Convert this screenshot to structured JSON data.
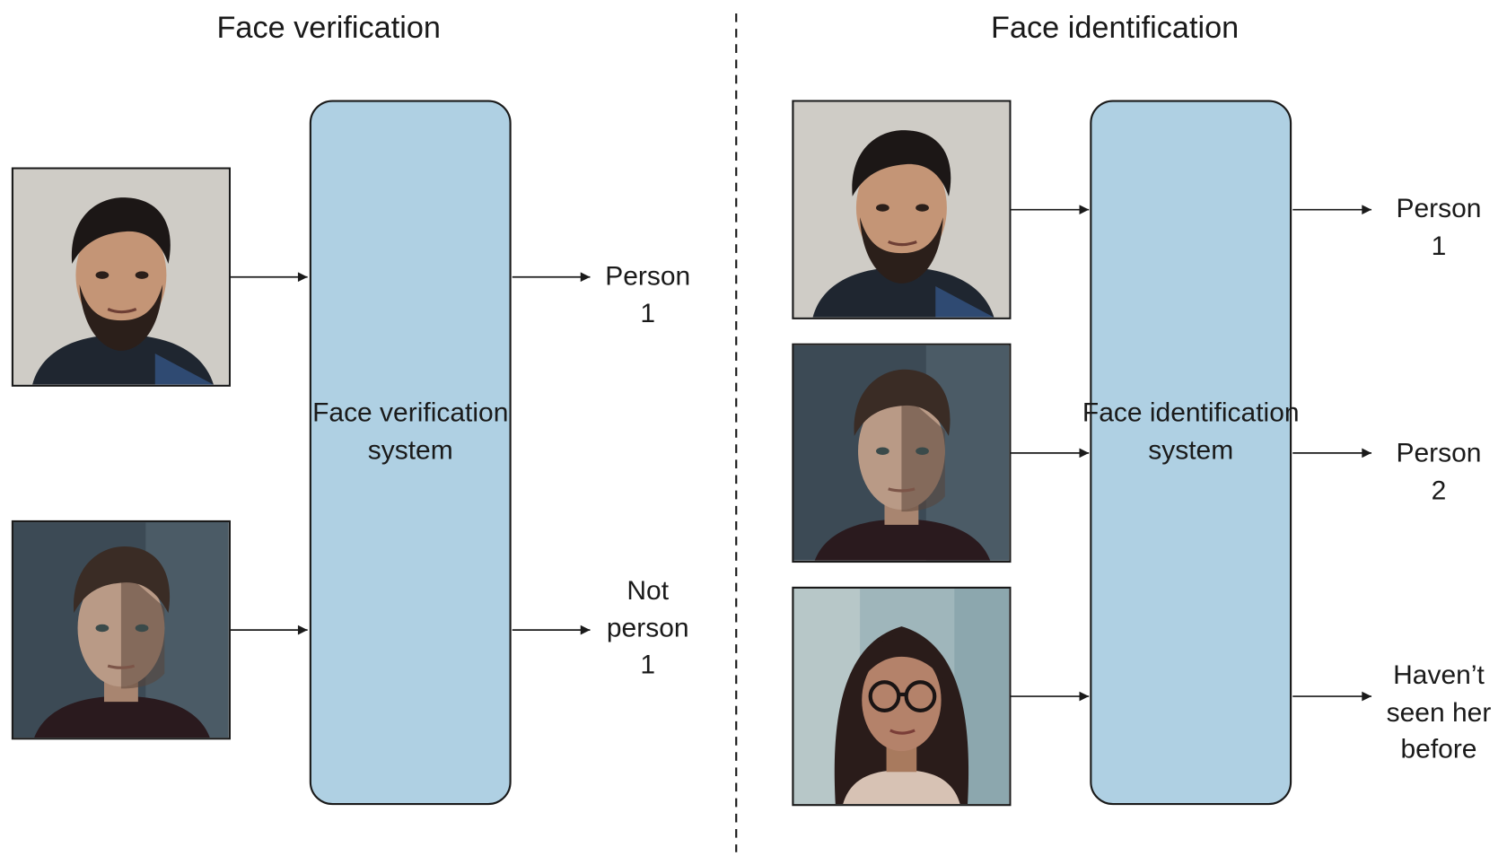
{
  "verification": {
    "title": "Face verification",
    "system_label": "Face verification system",
    "inputs": [
      {
        "photo": "bearded-man-photo",
        "output": [
          "Person",
          "1"
        ]
      },
      {
        "photo": "young-man-photo",
        "output": [
          "Not",
          "person",
          "1"
        ]
      }
    ]
  },
  "identification": {
    "title": "Face identification",
    "system_label": "Face identification system",
    "inputs": [
      {
        "photo": "bearded-man-photo",
        "output": [
          "Person",
          "1"
        ]
      },
      {
        "photo": "young-man-photo",
        "output": [
          "Person",
          "2"
        ]
      },
      {
        "photo": "woman-with-glasses-photo",
        "output": [
          "Haven’t",
          "seen her",
          "before"
        ]
      }
    ]
  },
  "colors": {
    "system_fill": "#afd0e3",
    "line": "#1a1a1a",
    "background": "#ffffff"
  }
}
